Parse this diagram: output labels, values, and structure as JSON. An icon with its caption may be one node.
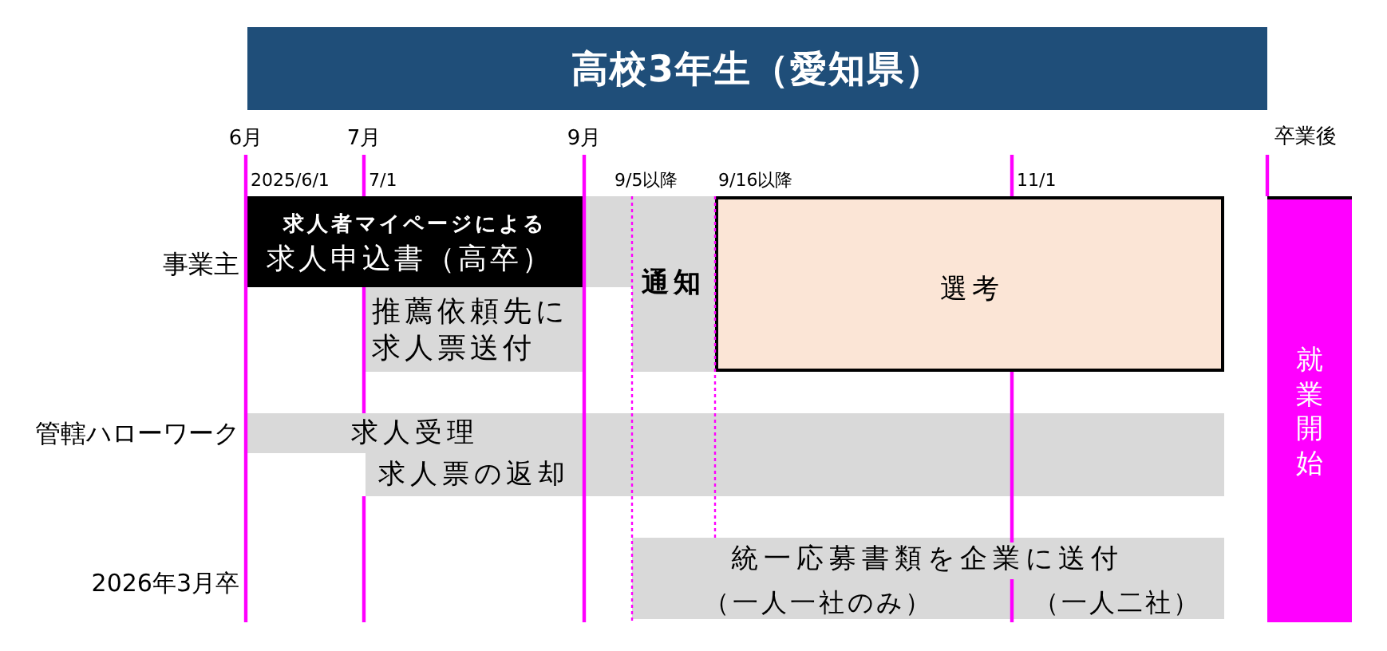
{
  "diagram": {
    "title": "高校3年生（愛知県）",
    "nodes": [
      {
        "text": [
          "求人者マイページによる",
          "求人申込書（高卒）"
        ]
      },
      {
        "text": [],
        "shape": "box"
      },
      {
        "text": [
          "通知"
        ]
      },
      {
        "text": [
          "選考"
        ]
      },
      {
        "text": [
          "推薦依頼先に求人票送付"
        ]
      },
      {
        "text": [
          "就業開始"
        ]
      },
      {
        "text": [
          "求人受理"
        ]
      },
      {
        "text": [
          "求人票の返却"
        ]
      },
      {
        "text": [
          "統一応募書類を企業に送付",
          "（一人一社のみ）",
          "（一人二社）"
        ]
      }
    ],
    "labels": [
      "6月",
      "7月",
      "9月",
      "卒業後",
      "2025/6/1",
      "7/1",
      "9/5以降",
      "9/16以降",
      "11/1",
      "事業主",
      "管轄ハローワーク",
      "2026年3月卒"
    ]
  }
}
